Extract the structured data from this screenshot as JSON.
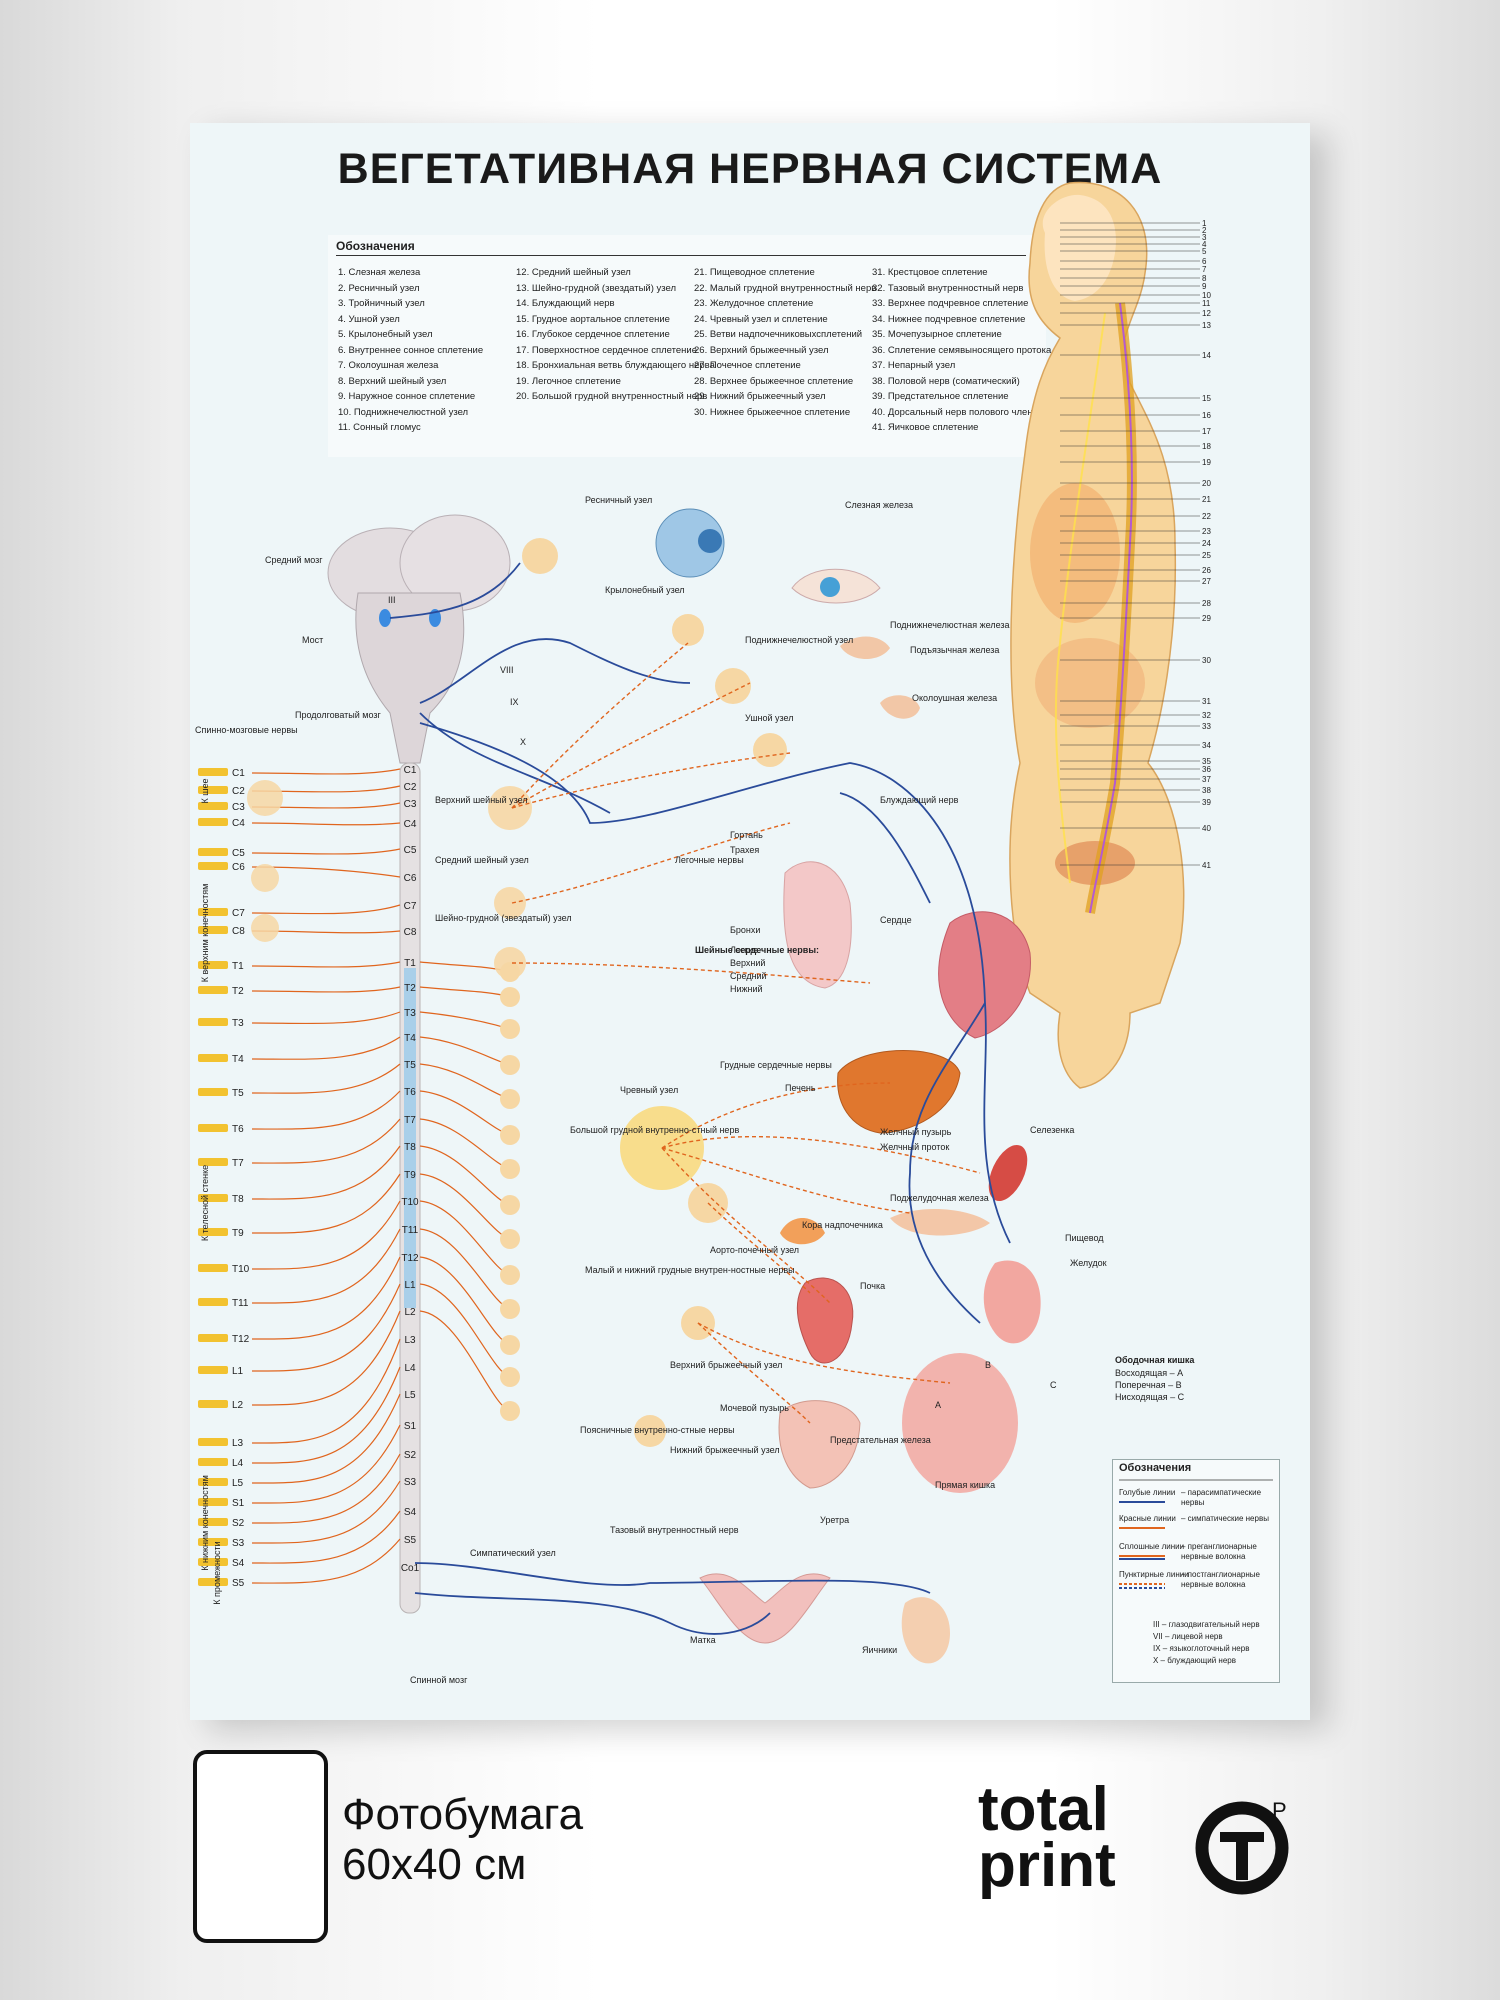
{
  "poster": {
    "title": "ВЕГЕТАТИВНАЯ НЕРВНАЯ СИСТЕМА",
    "legend_title": "Обозначения",
    "legend": [
      "1. Слезная железа",
      "2. Ресничный узел",
      "3. Тройничный узел",
      "4. Ушной узел",
      "5. Крылонебный узел",
      "6. Внутреннее сонное сплетение",
      "7. Околоушная железа",
      "8. Верхний шейный узел",
      "9. Наружное сонное сплетение",
      "10. Поднижнечелюстной узел",
      "11. Сонный гломус",
      "12. Средний шейный узел",
      "13. Шейно-грудной (звездатый) узел",
      "14. Блуждающий нерв",
      "15. Грудное аортальное сплетение",
      "16. Глубокое сердечное сплетение",
      "17. Поверхностное сердечное сплетение",
      "18. Бронхиальная ветвь блуждающего нерва",
      "19. Легочное сплетение",
      "20. Большой грудной внутренностный нерв",
      "21. Пищеводное сплетение",
      "22. Малый грудной внутренностный нерв",
      "23. Желудочное сплетение",
      "24. Чревный узел и сплетение",
      "25. Ветви надпочечниковыхсплетений",
      "26. Верхний брыжеечный узел",
      "27. Почечное сплетение",
      "28. Верхнее брыжеечное сплетение",
      "29. Нижний брыжеечный узел",
      "30. Нижнее брыжеечное сплетение",
      "31. Крестцовое сплетение",
      "32. Тазовый внутренностный нерв",
      "33. Верхнее подчревное сплетение",
      "34. Нижнее подчревное сплетение",
      "35. Мочепузырное сплетение",
      "36. Сплетение семявыносящего протока",
      "37. Непарный узел",
      "38. Половой нерв (соматический)",
      "39. Предстательное сплетение",
      "40. Дорсальный нерв полового члена",
      "41. Яичковое сплетение"
    ],
    "figure_numbers": [
      "1",
      "2",
      "3",
      "4",
      "5",
      "6",
      "7",
      "8",
      "9",
      "10",
      "11",
      "12",
      "13",
      "14",
      "15",
      "16",
      "17",
      "18",
      "19",
      "20",
      "21",
      "22",
      "23",
      "24",
      "25",
      "26",
      "27",
      "28",
      "29",
      "30",
      "31",
      "32",
      "33",
      "34",
      "35",
      "36",
      "37",
      "38",
      "39",
      "40",
      "41"
    ],
    "segments": [
      "C1",
      "C2",
      "C3",
      "C4",
      "C5",
      "C6",
      "C7",
      "C8",
      "T1",
      "T2",
      "T3",
      "T4",
      "T5",
      "T6",
      "T7",
      "T8",
      "T9",
      "T10",
      "T11",
      "T12",
      "L1",
      "L2",
      "L3",
      "L4",
      "L5",
      "S1",
      "S2",
      "S3",
      "S4",
      "S5",
      "Co1"
    ],
    "left_segments": [
      "C1",
      "C2",
      "C3",
      "C4",
      "C5",
      "C6",
      "C7",
      "C8",
      "T1",
      "T2",
      "T3",
      "T4",
      "T5",
      "T6",
      "T7",
      "T8",
      "T9",
      "T10",
      "T11",
      "T12",
      "L1",
      "L2",
      "L3",
      "L4",
      "L5",
      "S1",
      "S2",
      "S3",
      "S4",
      "S5"
    ],
    "labels": {
      "midbrain": "Средний мозг",
      "pons": "Мост",
      "medulla": "Продолговатый мозг",
      "spinal_nerves": "Спинно-мозговые нервы",
      "ciliary": "Ресничный узел",
      "lacrimal": "Слезная железа",
      "pterygo": "Крылонебный узел",
      "submand_node": "Поднижнечелюстной узел",
      "submand_gland": "Поднижнечелюстная железа",
      "sublingual": "Подъязычная железа",
      "otic": "Ушной узел",
      "parotid": "Околоушная железа",
      "vagus": "Блуждающий нерв",
      "sup_cerv": "Верхний шейный узел",
      "mid_cerv": "Средний шейный узел",
      "stellate": "Шейно-грудной (звездатый) узел",
      "larynx": "Гортань",
      "trachea": "Трахея",
      "lung_nerves": "Легочные нервы",
      "bronchi": "Бронхи",
      "lungs": "Легкие",
      "heart": "Сердце",
      "cardiac_title": "Шейные сердечные нервы:",
      "cardiac_1": "Верхний",
      "cardiac_2": "Средний",
      "cardiac_3": "Нижний",
      "thoracic_cardiac": "Грудные сердечные нервы",
      "celiac": "Чревный узел",
      "liver": "Печень",
      "gallbladder": "Желчный пузырь",
      "bile_duct": "Желчный проток",
      "spleen": "Селезенка",
      "greater_splanchnic": "Большой грудной внутренно-стный нерв",
      "pancreas": "Поджелудочная железа",
      "adrenal": "Кора надпочечника",
      "aortorenal": "Аорто-почечный узел",
      "lesser_splanchnic": "Малый и нижний грудные внутрен-ностные нервы",
      "kidney": "Почка",
      "sup_mesenteric": "Верхний брыжеечный узел",
      "esophagus": "Пищевод",
      "stomach": "Желудок",
      "colon_title": "Ободочная кишка",
      "colon_a": "Восходящая – А",
      "colon_b": "Поперечная – В",
      "colon_c": "Нисходящая – С",
      "bladder": "Мочевой пузырь",
      "prostate": "Предстательная железа",
      "lumbar_splanchnic": "Поясничные внутренно-стные нервы",
      "inf_mesenteric": "Нижний брыжеечный узел",
      "rectum": "Прямая кишка",
      "urethra": "Уретра",
      "pelvic_splanchnic": "Тазовый внутренностный нерв",
      "sympathetic_node": "Симпатический узел",
      "uterus": "Матка",
      "ovaries": "Яичники",
      "spinal_cord": "Спинной мозг",
      "to_neck": "К шее",
      "to_upper": "К верхним конечностям",
      "to_trunk": "К телесной стенке",
      "to_lower": "К нижним конечностям",
      "to_perineum": "К промежности",
      "cn_iii": "III",
      "cn_vii": "VIII",
      "cn_ix": "IX",
      "cn_x": "X",
      "marker_a": "A",
      "marker_b": "B",
      "marker_c": "C"
    },
    "key": {
      "title": "Обозначения",
      "row1_a": "Голубые линии",
      "row1_b": "– парасимпатические нервы",
      "row2_a": "Красные линии",
      "row2_b": "– симпатические нервы",
      "row3_a": "Сплошные линии",
      "row3_b": "– преганглионарные нервные волокна",
      "row4_a": "Пунктирные линии",
      "row4_b": "– постганглионарные нервные волокна",
      "cn1": "III – глазодвигательный нерв",
      "cn2": "VII – лицевой нерв",
      "cn3": "IX – языкоглоточный нерв",
      "cn4": "X – блуждающий нерв"
    },
    "colors": {
      "parasympathetic": "#2a4b9a",
      "sympathetic": "#e0651e",
      "ganglion": "#f6d7a4",
      "organ": "#f2a7a0"
    }
  },
  "product": {
    "material_line1": "Фотобумага",
    "material_line2": "60х40 см",
    "brand_line1": "total",
    "brand_line2": "print",
    "brand_mark_letter": "T",
    "brand_mark_sup": "P"
  }
}
